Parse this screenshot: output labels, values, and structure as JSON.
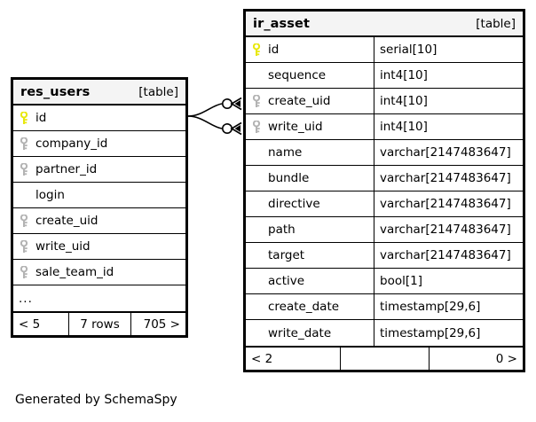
{
  "diagram": {
    "caption": "Generated by SchemaSpy",
    "background_color": "#ffffff",
    "border_color": "#000000",
    "header_background": "#f4f4f4",
    "primary_key_color": "#e8e80c",
    "foreign_key_color": "#b3b3b3"
  },
  "tables": {
    "res_users": {
      "name": "res_users",
      "kind": "[table]",
      "columns": [
        {
          "name": "id",
          "type": "",
          "key": "primary"
        },
        {
          "name": "company_id",
          "type": "",
          "key": "foreign"
        },
        {
          "name": "partner_id",
          "type": "",
          "key": "foreign"
        },
        {
          "name": "login",
          "type": "",
          "key": "none"
        },
        {
          "name": "create_uid",
          "type": "",
          "key": "foreign"
        },
        {
          "name": "write_uid",
          "type": "",
          "key": "foreign"
        },
        {
          "name": "sale_team_id",
          "type": "",
          "key": "foreign"
        }
      ],
      "more_indicator": "...",
      "footer": {
        "left": "< 5",
        "center": "7 rows",
        "right": "705 >"
      }
    },
    "ir_asset": {
      "name": "ir_asset",
      "kind": "[table]",
      "columns": [
        {
          "name": "id",
          "type": "serial[10]",
          "key": "primary"
        },
        {
          "name": "sequence",
          "type": "int4[10]",
          "key": "none"
        },
        {
          "name": "create_uid",
          "type": "int4[10]",
          "key": "foreign"
        },
        {
          "name": "write_uid",
          "type": "int4[10]",
          "key": "foreign"
        },
        {
          "name": "name",
          "type": "varchar[2147483647]",
          "key": "none"
        },
        {
          "name": "bundle",
          "type": "varchar[2147483647]",
          "key": "none"
        },
        {
          "name": "directive",
          "type": "varchar[2147483647]",
          "key": "none"
        },
        {
          "name": "path",
          "type": "varchar[2147483647]",
          "key": "none"
        },
        {
          "name": "target",
          "type": "varchar[2147483647]",
          "key": "none"
        },
        {
          "name": "active",
          "type": "bool[1]",
          "key": "none"
        },
        {
          "name": "create_date",
          "type": "timestamp[29,6]",
          "key": "none"
        },
        {
          "name": "write_date",
          "type": "timestamp[29,6]",
          "key": "none"
        }
      ],
      "footer": {
        "left": "< 2",
        "center": "",
        "right": "0 >"
      }
    }
  },
  "relationships": [
    {
      "from_table": "res_users",
      "from_column": "id",
      "to_table": "ir_asset",
      "to_column": "create_uid",
      "optional": true
    },
    {
      "from_table": "res_users",
      "from_column": "id",
      "to_table": "ir_asset",
      "to_column": "write_uid",
      "optional": true
    }
  ]
}
